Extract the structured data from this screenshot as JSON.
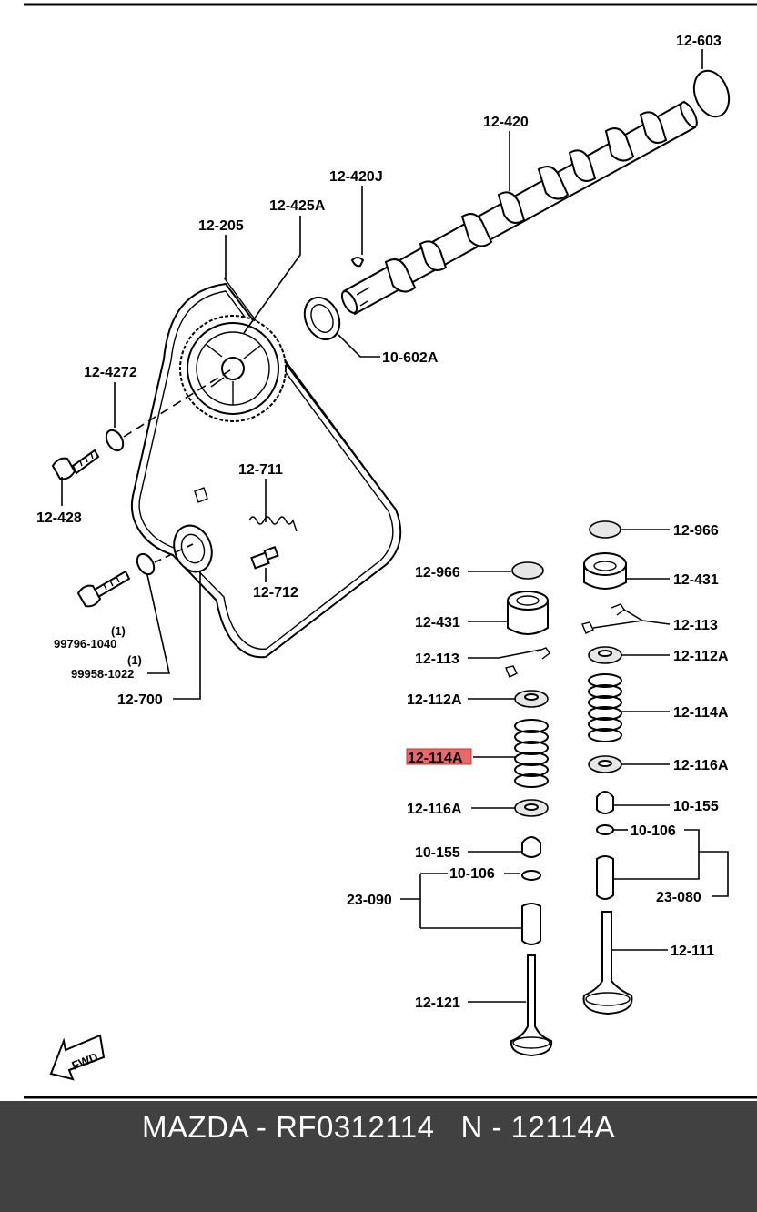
{
  "callouts": {
    "c12_603": "12-603",
    "c12_420": "12-420",
    "c12_420J": "12-420J",
    "c12_425A": "12-425A",
    "c12_205": "12-205",
    "c10_602A": "10-602A",
    "c12_4272": "12-4272",
    "c12_428": "12-428",
    "c12_711": "12-711",
    "c12_712": "12-712",
    "c99796_qty": "(1)",
    "c99796": "99796-1040",
    "c99958_qty": "(1)",
    "c99958": "99958-1022",
    "c12_700": "12-700",
    "l12_966": "12-966",
    "l12_431": "12-431",
    "l12_113": "12-113",
    "l12_112A": "12-112A",
    "l12_114A": "12-114A",
    "l12_116A": "12-116A",
    "l10_155": "10-155",
    "l10_106": "10-106",
    "l23_090": "23-090",
    "l12_121": "12-121",
    "r12_966": "12-966",
    "r12_431": "12-431",
    "r12_113": "12-113",
    "r12_112A": "12-112A",
    "r12_114A": "12-114A",
    "r12_116A": "12-116A",
    "r10_155": "10-155",
    "r10_106": "10-106",
    "r23_080": "23-080",
    "r12_111": "12-111",
    "fwd": "FWD"
  },
  "highlight": {
    "part": "12-114A",
    "color": "#e8696b"
  },
  "footer": {
    "text": "MAZDA - RF0312114   N - 12114A"
  }
}
